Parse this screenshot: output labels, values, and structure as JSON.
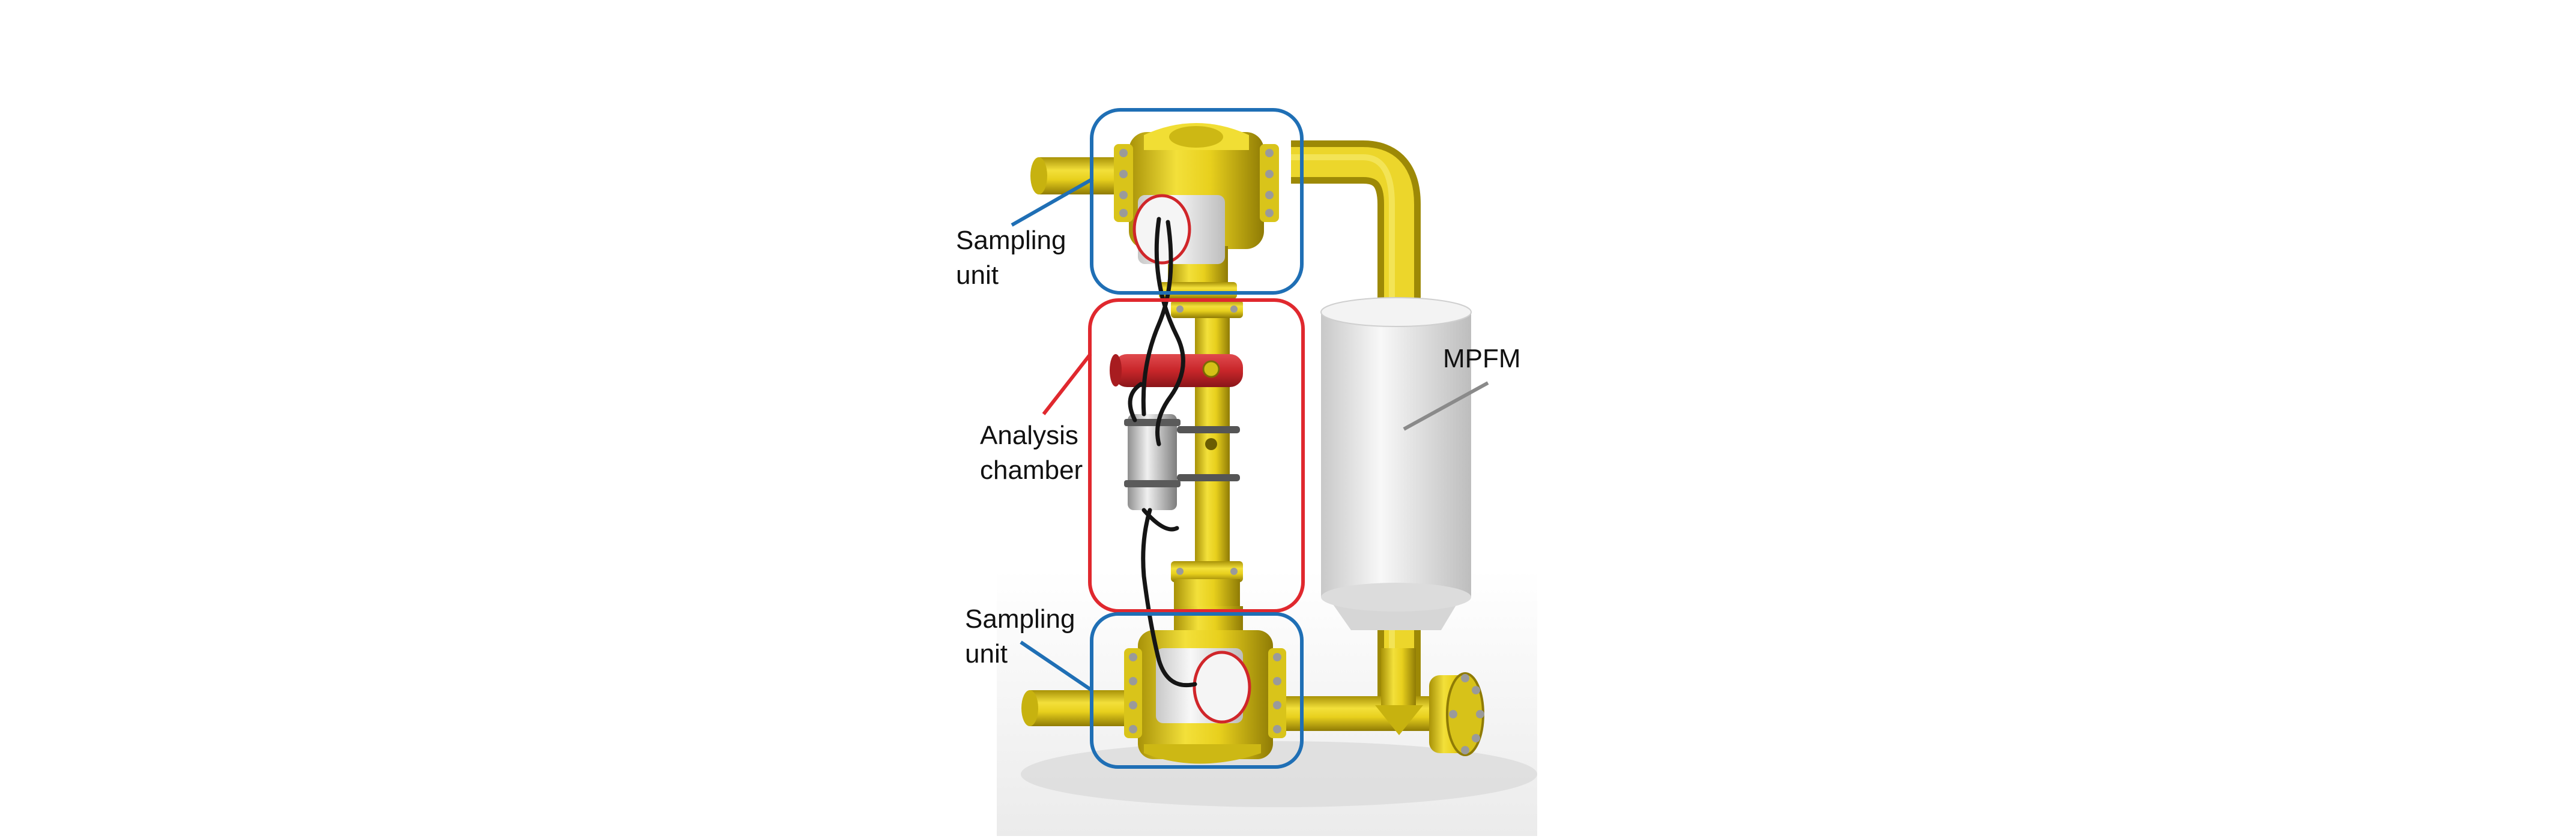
{
  "labels": {
    "sampling_unit_top": [
      "Sampling",
      "unit"
    ],
    "analysis_chamber": [
      "Analysis",
      "chamber"
    ],
    "sampling_unit_bottom": [
      "Sampling",
      "unit"
    ],
    "mpfm": "MPFM"
  },
  "colors": {
    "pipe_yellow": "#e6cf1a",
    "sampling_box": "#1f6fb5",
    "analysis_box": "#e0282e",
    "mpfm_body": "#ececec",
    "red_flange": "#c8262a",
    "cable": "#151515"
  }
}
